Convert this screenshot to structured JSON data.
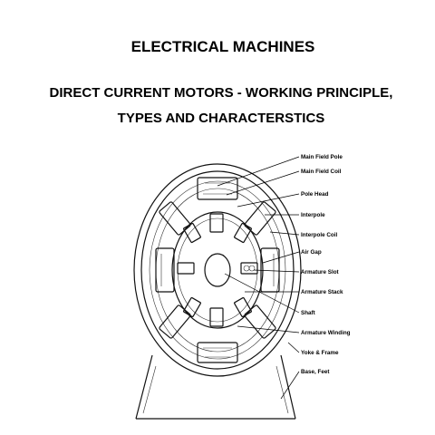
{
  "header": {
    "title": "ELECTRICAL MACHINES",
    "subtitle_line1": "DIRECT CURRENT MOTORS -  WORKING PRINCIPLE,",
    "subtitle_line2": "TYPES AND CHARACTERSTICS"
  },
  "diagram": {
    "labels": [
      "Main Field Pole",
      "Main Field Coil",
      "Pole Head",
      "Interpole",
      "Interpole Coil",
      "Air Gap",
      "Armature Slot",
      "Armature Stack",
      "Shaft",
      "Armature Winding",
      "Yoke & Frame",
      "Base, Feet"
    ]
  }
}
